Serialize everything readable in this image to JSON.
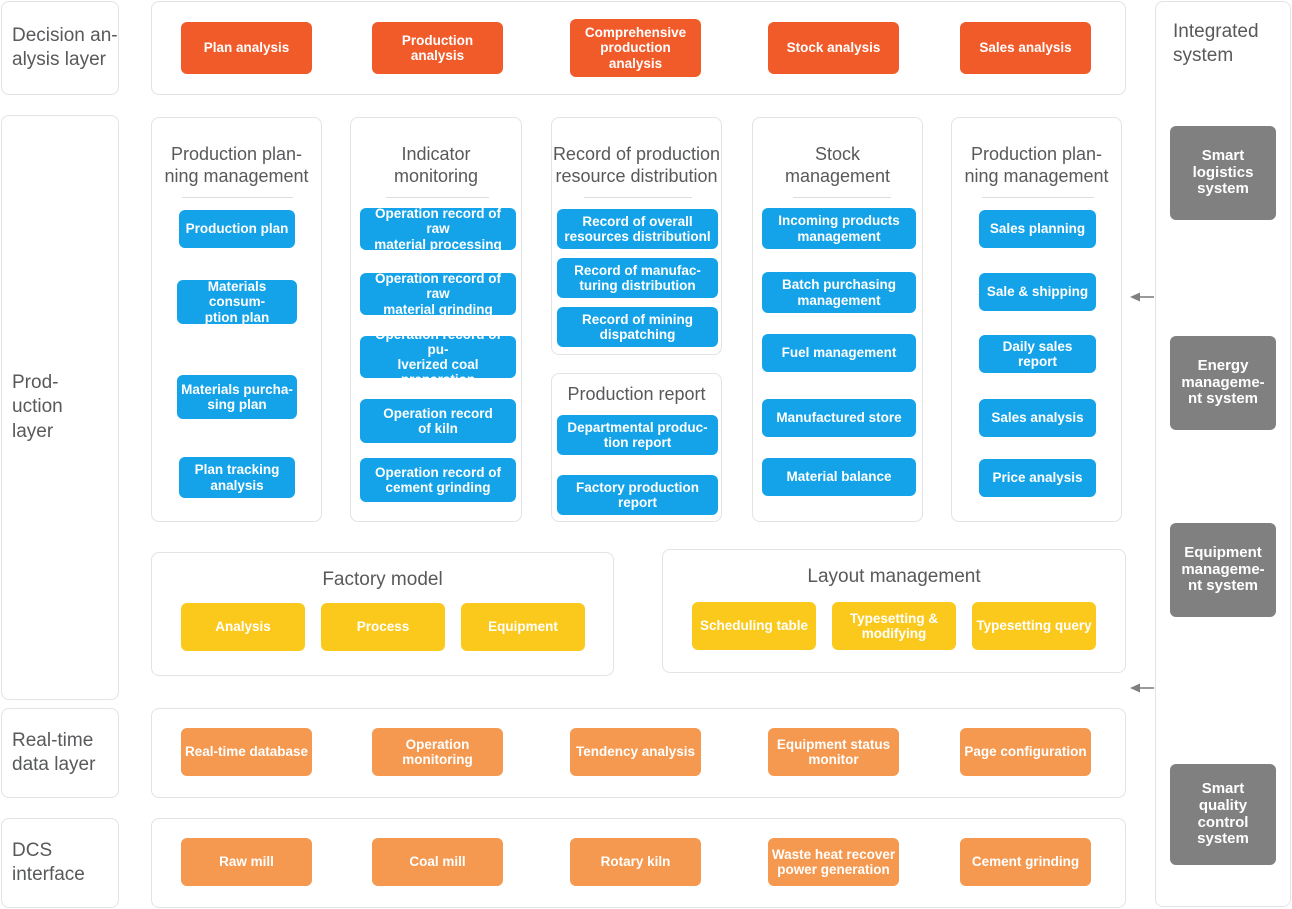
{
  "layers": [
    {
      "id": "decision",
      "label": "Decision an-\nalysis  layer"
    },
    {
      "id": "production",
      "label": "Prod-\nuction\nlayer"
    },
    {
      "id": "realtime",
      "label": "Real-time\ndata layer"
    },
    {
      "id": "dcs",
      "label": "DCS\ninterface"
    }
  ],
  "decision_layer": {
    "items": [
      {
        "label": "Plan analysis"
      },
      {
        "label": "Production analysis"
      },
      {
        "label": "Comprehensive\nproduction analysis"
      },
      {
        "label": "Stock analysis"
      },
      {
        "label": "Sales analysis"
      }
    ]
  },
  "production_layer": {
    "groups": [
      {
        "title": "Production plan-\nning management",
        "items": [
          {
            "label": "Production plan"
          },
          {
            "label": "Materials consum-\nption plan"
          },
          {
            "label": "Materials purcha-\nsing plan"
          },
          {
            "label": "Plan tracking\nanalysis"
          }
        ]
      },
      {
        "title": "Indicator\nmonitoring",
        "items": [
          {
            "label": "Operation record of raw\nmaterial processing"
          },
          {
            "label": "Operation record of raw\nmaterial grinding"
          },
          {
            "label": "Operation record of pu-\nlverized coal preparation"
          },
          {
            "label": "Operation record\nof kiln"
          },
          {
            "label": "Operation record of\ncement grinding"
          }
        ]
      },
      {
        "title": "Record of production\nresource distribution",
        "items": [
          {
            "label": "Record of overall\nresources distributionl"
          },
          {
            "label": "Record of manufac-\nturing distribution"
          },
          {
            "label": "Record of mining\ndispatching"
          }
        ]
      },
      {
        "title": "Production report",
        "items": [
          {
            "label": "Departmental produc-\ntion report"
          },
          {
            "label": "Factory production\nreport"
          }
        ]
      },
      {
        "title": "Stock\nmanagement",
        "items": [
          {
            "label": "Incoming products\nmanagement"
          },
          {
            "label": "Batch purchasing\nmanagement"
          },
          {
            "label": "Fuel management"
          },
          {
            "label": "Manufactured store"
          },
          {
            "label": "Material balance"
          }
        ]
      },
      {
        "title": "Production plan-\nning management",
        "items": [
          {
            "label": "Sales planning"
          },
          {
            "label": "Sale & shipping"
          },
          {
            "label": "Daily sales report"
          },
          {
            "label": "Sales analysis"
          },
          {
            "label": "Price analysis"
          }
        ]
      },
      {
        "title": "Factory model",
        "items": [
          {
            "label": "Analysis"
          },
          {
            "label": "Process"
          },
          {
            "label": "Equipment"
          }
        ]
      },
      {
        "title": "Layout management",
        "items": [
          {
            "label": "Scheduling table"
          },
          {
            "label": "Typesetting &\nmodifying"
          },
          {
            "label": "Typesetting query"
          }
        ]
      }
    ]
  },
  "realtime_layer": {
    "items": [
      {
        "label": "Real-time database"
      },
      {
        "label": "Operation monitoring"
      },
      {
        "label": "Tendency analysis"
      },
      {
        "label": "Equipment status\nmonitor"
      },
      {
        "label": "Page configuration"
      }
    ]
  },
  "dcs_layer": {
    "items": [
      {
        "label": "Raw mill"
      },
      {
        "label": "Coal mill"
      },
      {
        "label": "Rotary kiln"
      },
      {
        "label": "Waste heat recover\npower generation"
      },
      {
        "label": "Cement grinding"
      }
    ]
  },
  "integrated_system": {
    "title": "Integrated\nsystem",
    "items": [
      {
        "label": "Smart\nlogistics\nsystem"
      },
      {
        "label": "Energy\nmanageme-\nnt system"
      },
      {
        "label": "Equipment\nmanageme-\nnt system"
      },
      {
        "label": "Smart\nquality\ncontrol\nsystem"
      }
    ]
  },
  "colors": {
    "orange": "#F15A29",
    "blue": "#14A3E8",
    "yellow": "#FBC91B",
    "light_orange": "#F4994F",
    "grey": "#808080",
    "text": "#58595b",
    "panel_border": "#e3e3e3"
  }
}
